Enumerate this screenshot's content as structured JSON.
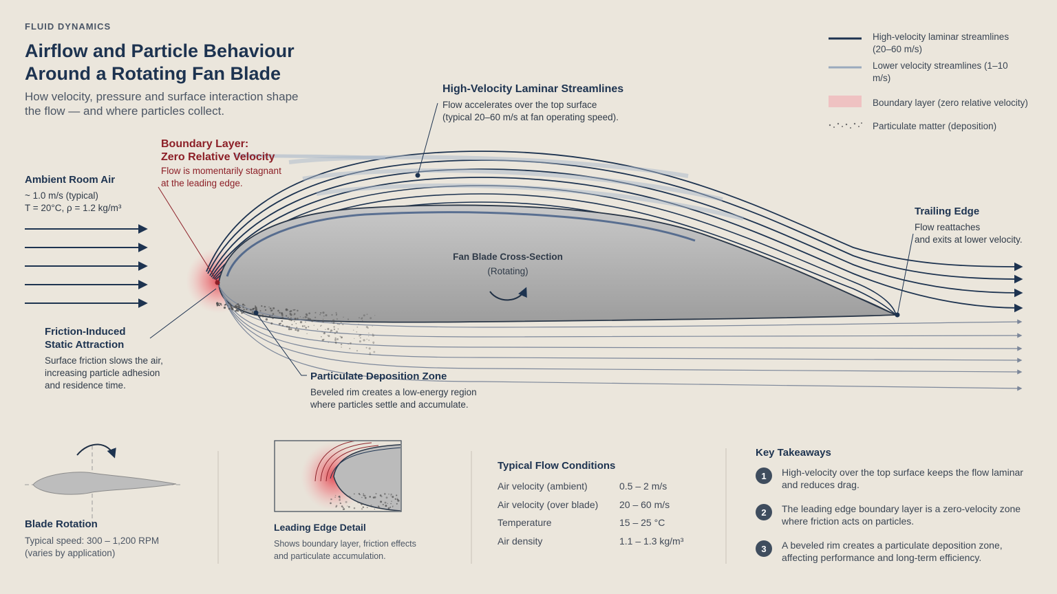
{
  "header": {
    "kicker": "FLUID DYNAMICS",
    "title": "Airflow and Particle Behaviour Around a Rotating Fan Blade",
    "subtitle": "How velocity, pressure and surface interaction shape the flow — and where particles collect."
  },
  "legend": [
    {
      "label": "High-velocity laminar streamlines (20–60 m/s)",
      "color": "#1d3350"
    },
    {
      "label": "Lower velocity streamlines (1–10 m/s)",
      "color": "#9aa9bd"
    },
    {
      "label": "Boundary layer (zero relative velocity)",
      "color": "#f0b9bb"
    },
    {
      "label": "Particulate matter (deposition)",
      "color": "#6b6b6b"
    }
  ],
  "callouts": {
    "ambient": {
      "title": "Ambient Room Air",
      "line1": "~ 1.0 m/s (typical)",
      "line2": "T = 20°C, ρ = 1.2 kg/m³"
    },
    "boundary": {
      "title1": "Boundary Layer:",
      "title2": "Zero Relative Velocity",
      "line1": "Flow is momentarily stagnant",
      "line2": "at the leading edge."
    },
    "laminar": {
      "title": "High-Velocity Laminar Streamlines",
      "line1": "Flow accelerates over the top surface",
      "line2": "(typical 20–60 m/s at fan operating speed)."
    },
    "trailing": {
      "title": "Trailing Edge",
      "line1": "Flow reattaches",
      "line2": "and exits at lower velocity."
    },
    "friction": {
      "title1": "Friction-Induced",
      "title2": "Static Attraction",
      "line1": "Surface friction slows the air,",
      "line2": "increasing particle adhesion",
      "line3": "and residence time."
    },
    "deposition": {
      "title": "Particulate Deposition Zone",
      "line1": "Beveled rim creates a low-energy region",
      "line2": "where particles settle and accumulate."
    },
    "blade": {
      "title": "Fan Blade Cross-Section",
      "sub": "(Rotating)"
    }
  },
  "panels": {
    "rotation": {
      "title": "Blade Rotation",
      "line1": "Typical speed: 300 – 1,200 RPM",
      "line2": "(varies by application)"
    },
    "detail": {
      "title": "Leading Edge Detail",
      "line1": "Shows boundary layer, friction effects",
      "line2": "and particulate accumulation."
    },
    "conditions": {
      "title": "Typical Flow Conditions",
      "rows": [
        {
          "param": "Air velocity (ambient)",
          "value": "0.5 – 2 m/s"
        },
        {
          "param": "Air velocity (over blade)",
          "value": "20 – 60 m/s"
        },
        {
          "param": "Temperature",
          "value": "15 – 25 °C"
        },
        {
          "param": "Air density",
          "value": "1.1 – 1.3 kg/m³"
        }
      ]
    },
    "takeaways": {
      "title": "Key Takeaways",
      "items": [
        {
          "num": "1",
          "text": "High-velocity over the top surface keeps the flow laminar and reduces drag."
        },
        {
          "num": "2",
          "text": "The leading edge boundary layer is a zero-velocity zone where friction acts on particles."
        },
        {
          "num": "3",
          "text": "A beveled rim creates a particulate deposition zone, affecting performance and long-term efficiency."
        }
      ]
    }
  }
}
